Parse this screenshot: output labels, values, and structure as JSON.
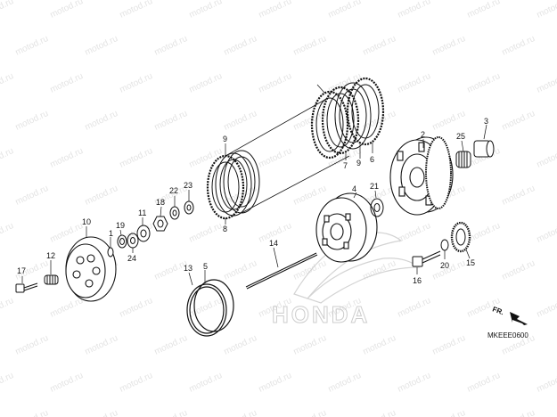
{
  "watermark_text": "motod.ru",
  "diagram_code": "MKEEE0600",
  "direction_label": "FR.",
  "brand_watermark": "HONDA",
  "callouts": [
    "1",
    "2",
    "3",
    "4",
    "5",
    "6",
    "7",
    "8",
    "9",
    "9",
    "10",
    "11",
    "12",
    "13",
    "14",
    "15",
    "16",
    "17",
    "18",
    "19",
    "20",
    "21",
    "22",
    "23",
    "24",
    "25"
  ]
}
